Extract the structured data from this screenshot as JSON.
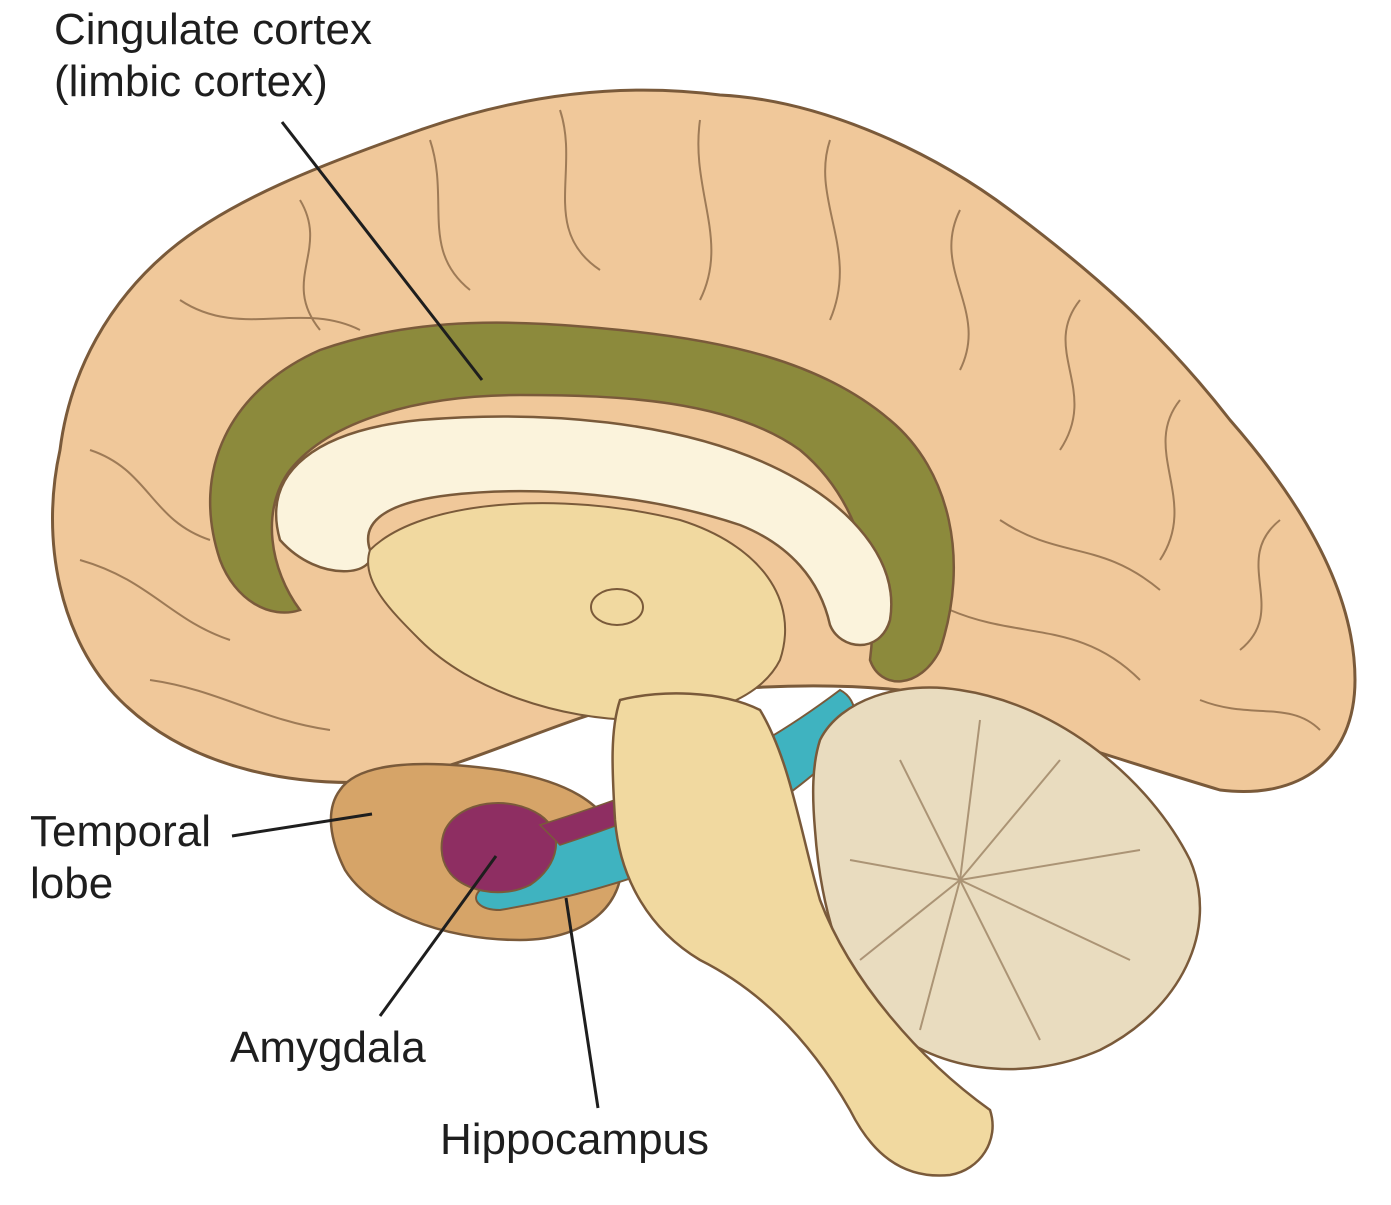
{
  "labels": {
    "cingulate": {
      "line1": "Cingulate cortex",
      "line2": "(limbic cortex)"
    },
    "temporal": {
      "line1": "Temporal",
      "line2": "lobe"
    },
    "amygdala": "Amygdala",
    "hippocampus": "Hippocampus"
  },
  "colors": {
    "cortex": "#f0c89a",
    "cingulate": "#8c8a3c",
    "corpus_callosum": "#fbf3dc",
    "brainstem": "#f1d9a0",
    "temporal": "#d6a468",
    "amygdala": "#8e2e62",
    "hippocampus": "#3fb3c0",
    "cerebellum": "#e9dcbf",
    "outline": "#7a5a3a"
  }
}
